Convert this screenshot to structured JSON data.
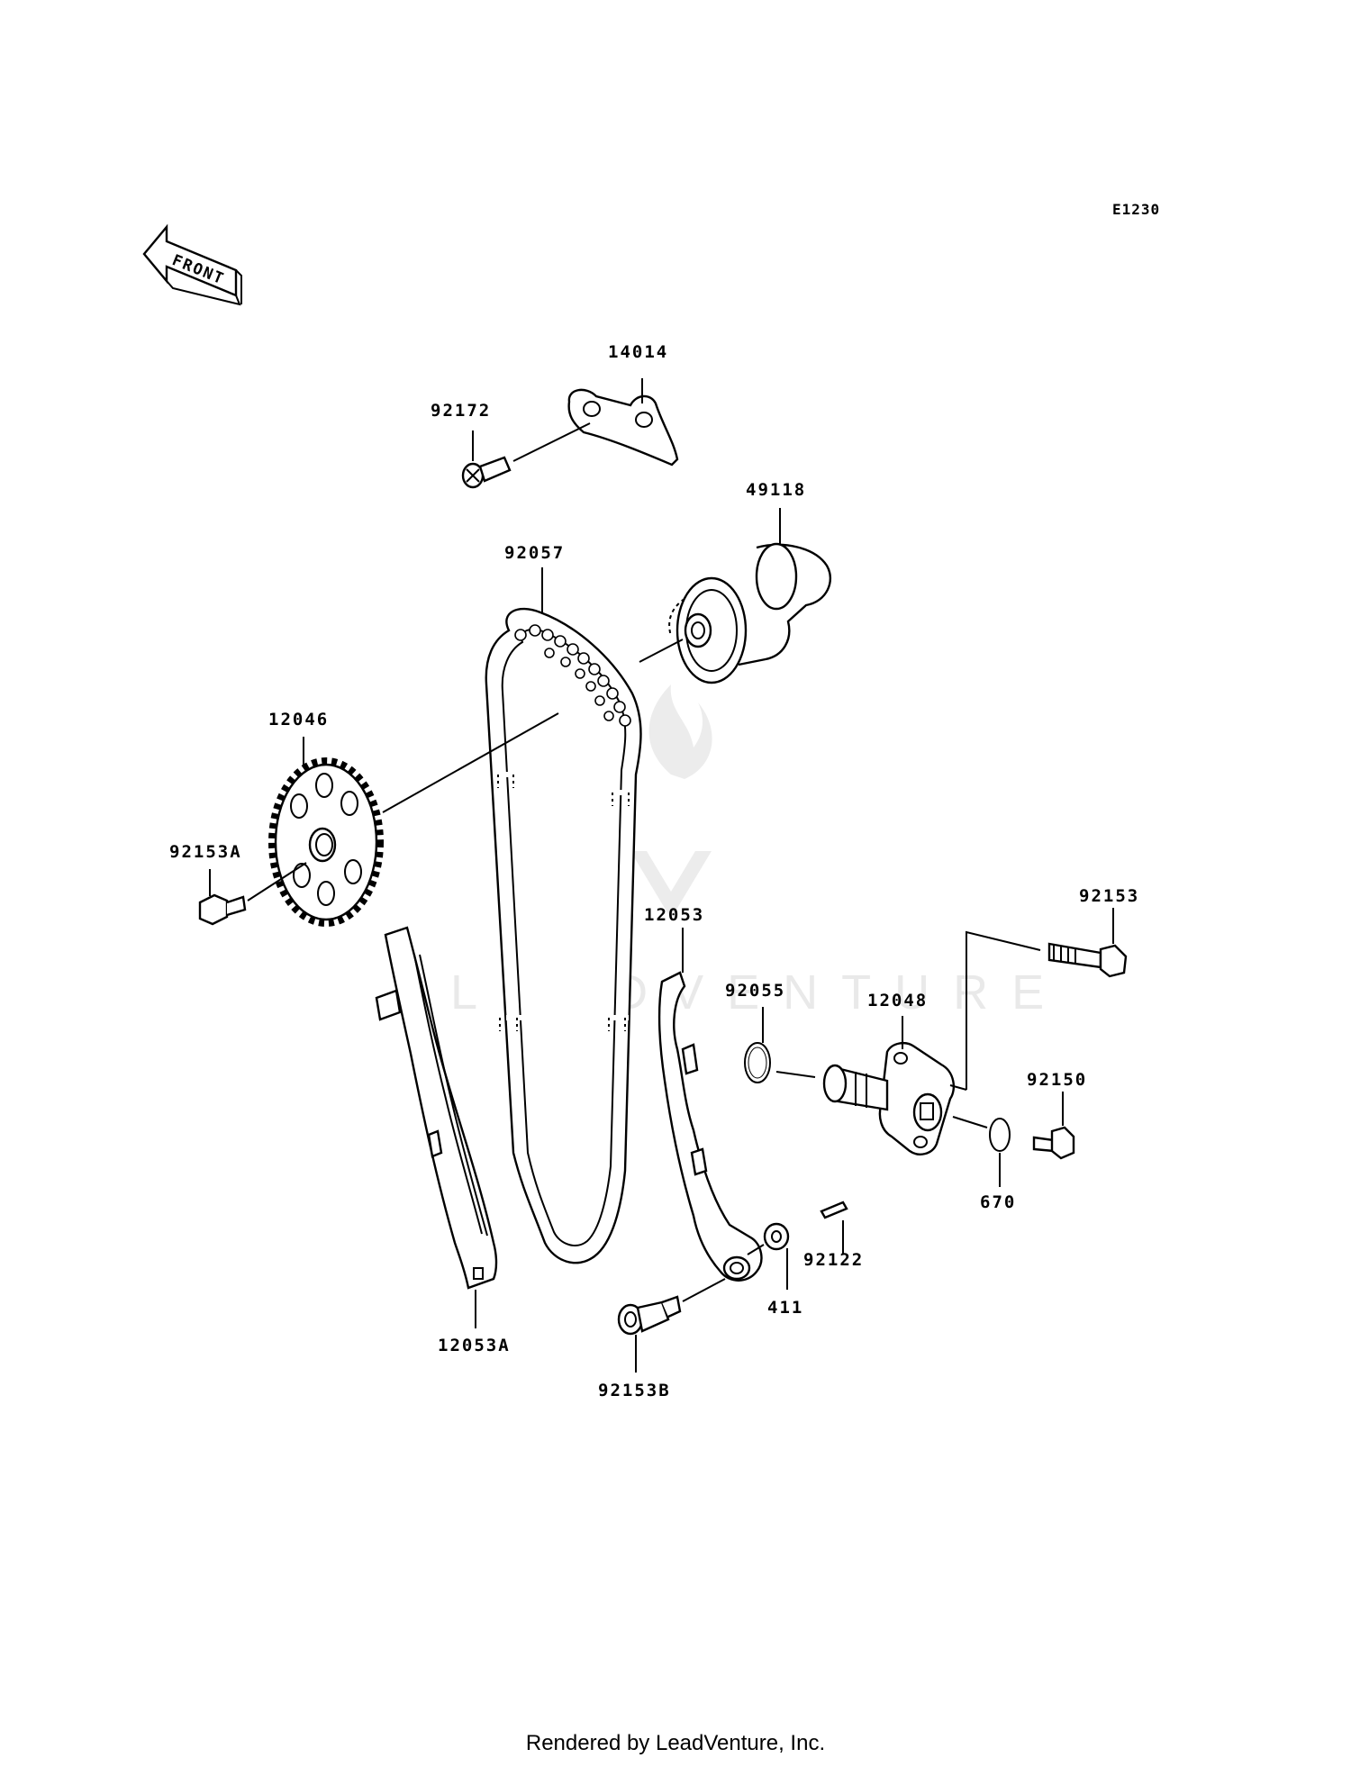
{
  "diagram": {
    "code": "E1230",
    "front_label": "FRONT",
    "watermark": "LEADVENTURE",
    "parts": [
      {
        "id": "14014"
      },
      {
        "id": "92172"
      },
      {
        "id": "49118"
      },
      {
        "id": "92057"
      },
      {
        "id": "12046"
      },
      {
        "id": "92153A"
      },
      {
        "id": "12053"
      },
      {
        "id": "92153"
      },
      {
        "id": "92055"
      },
      {
        "id": "12048"
      },
      {
        "id": "92150"
      },
      {
        "id": "670"
      },
      {
        "id": "92122"
      },
      {
        "id": "411"
      },
      {
        "id": "12053A"
      },
      {
        "id": "92153B"
      }
    ]
  },
  "footer": {
    "text": "Rendered by LeadVenture, Inc."
  }
}
